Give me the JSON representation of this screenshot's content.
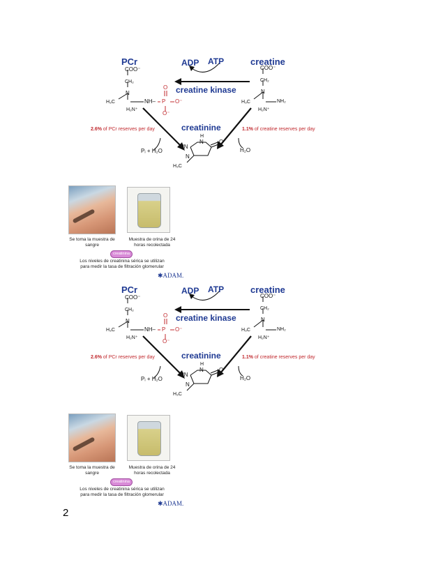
{
  "figures": [
    {
      "pcr": "PCr",
      "adp": "ADP",
      "atp": "ATP",
      "creatine": "creatine",
      "enzyme": "creatine kinase",
      "creatinine": "creatinine",
      "coo": "COO⁻",
      "ch2": "CH₂",
      "n": "N",
      "h3c": "H₃C",
      "h2n_plus": "H₂N⁺",
      "nh": "NH–",
      "p": "P",
      "o_minus": "O⁻",
      "o": "O",
      "nh2": "NH₂",
      "note_left_pct": "2.6%",
      "note_left_rest": " of PCr reserves per day",
      "note_right_pct": "1.1%",
      "note_right_rest": " of creatine reserves per day",
      "pi_h2o": "Pᵢ + H₂O",
      "h2o": "H₂O",
      "hn": "HN",
      "h": "H",
      "ring_n": "N",
      "ring_o": "O",
      "ring_h3c": "H₃C",
      "caption_blood": "Se toma la muestra de sangre",
      "caption_urine": "Muestra de orina de 24 horas recolectada",
      "pill": "creatinina",
      "caption_bottom": "Los niveles de creatinina sérica se utilizan para medir la tasa de filtración glomerular",
      "logo": "✱ADAM."
    },
    {
      "pcr": "PCr",
      "adp": "ADP",
      "atp": "ATP",
      "creatine": "creatine",
      "enzyme": "creatine kinase",
      "creatinine": "creatinine",
      "coo": "COO⁻",
      "ch2": "CH₂",
      "n": "N",
      "h3c": "H₃C",
      "h2n_plus": "H₂N⁺",
      "nh": "NH–",
      "p": "P",
      "o_minus": "O⁻",
      "o": "O",
      "nh2": "NH₂",
      "note_left_pct": "2.6%",
      "note_left_rest": " of PCr reserves per day",
      "note_right_pct": "1.1%",
      "note_right_rest": " of creatine reserves per day",
      "pi_h2o": "Pᵢ + H₂O",
      "h2o": "H₂O",
      "hn": "HN",
      "h": "H",
      "ring_n": "N",
      "ring_o": "O",
      "ring_h3c": "H₃C",
      "caption_blood": "Se toma la muestra de sangre",
      "caption_urine": "Muestra de orina de 24 horas recolectada",
      "pill": "creatinina",
      "caption_bottom": "Los niveles de creatinina sérica se utilizan para medir la tasa de filtración glomerular",
      "logo": "✱ADAM."
    }
  ],
  "page_number": "2",
  "colors": {
    "blue": "#1f3a93",
    "red": "#c0282d",
    "pill": "#d98bd8"
  }
}
